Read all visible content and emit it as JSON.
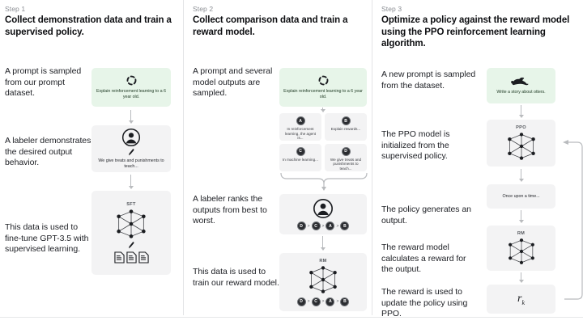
{
  "diagram": {
    "title": "RLHF three-step training diagram",
    "background": "#ffffff",
    "accent_green": "#e7f5e9",
    "box_gray": "#f3f3f4"
  },
  "columns": [
    {
      "step_label": "Step 1",
      "step_title": "Collect demonstration data and train a supervised policy.",
      "captions": [
        "A prompt is sampled from our prompt dataset.",
        "A labeler demonstrates the desired output behavior.",
        "This data is used to fine-tune GPT-3.5 with supervised learning."
      ],
      "nodes": [
        {
          "kind": "prompt",
          "icon": "loop-dashed-icon",
          "text": "Explain reinforcement learning to a 6 year old."
        },
        {
          "kind": "labeler",
          "icon": "person-circle-icon",
          "pen_icon": "pen-icon",
          "text": "We give treats and punishments to teach..."
        },
        {
          "kind": "model",
          "title": "SFT",
          "icon": "neural-network-icon",
          "pen_icon": "pen-icon",
          "docs_icon": "documents-icon"
        }
      ]
    },
    {
      "step_label": "Step 2",
      "step_title": "Collect comparison data and train a reward model.",
      "captions": [
        "A prompt and several model outputs are sampled.",
        "A labeler ranks the outputs from best to worst.",
        "This data is used to train our reward model."
      ],
      "nodes": [
        {
          "kind": "prompt",
          "icon": "loop-dashed-icon",
          "text": "Explain reinforcement learning to a 6 year old."
        },
        {
          "kind": "outputs",
          "items": [
            {
              "label": "A",
              "text": "In reinforcement learning, the agent is..."
            },
            {
              "label": "B",
              "text": "Explain rewards..."
            },
            {
              "label": "C",
              "text": "In machine learning..."
            },
            {
              "label": "D",
              "text": "We give treats and punishments to teach..."
            }
          ]
        },
        {
          "kind": "labeler",
          "icon": "person-circle-icon",
          "ranking": [
            "D",
            "C",
            "A",
            "B"
          ],
          "separator": ">"
        },
        {
          "kind": "model",
          "title": "RM",
          "icon": "neural-network-icon",
          "ranking": [
            "D",
            "C",
            "A",
            "B"
          ],
          "separator": ">"
        }
      ]
    },
    {
      "step_label": "Step 3",
      "step_title": "Optimize a policy against the reward model using the PPO reinforcement learning algorithm.",
      "captions": [
        "A new prompt is sampled from the dataset.",
        "The PPO model is initialized from the supervised policy.",
        "The policy generates an output.",
        "The reward model calculates a reward for the output.",
        "The reward is used to update the policy using PPO."
      ],
      "nodes": [
        {
          "kind": "prompt",
          "icon": "otter-icon",
          "text": "Write a story about otters."
        },
        {
          "kind": "model",
          "title": "PPO",
          "icon": "neural-network-icon"
        },
        {
          "kind": "output",
          "text": "Once upon a time..."
        },
        {
          "kind": "model",
          "title": "RM",
          "icon": "neural-network-icon"
        },
        {
          "kind": "reward",
          "formula": "r",
          "subscript": "k"
        }
      ],
      "feedback_loop": "reward-to-ppo-arrow"
    }
  ]
}
